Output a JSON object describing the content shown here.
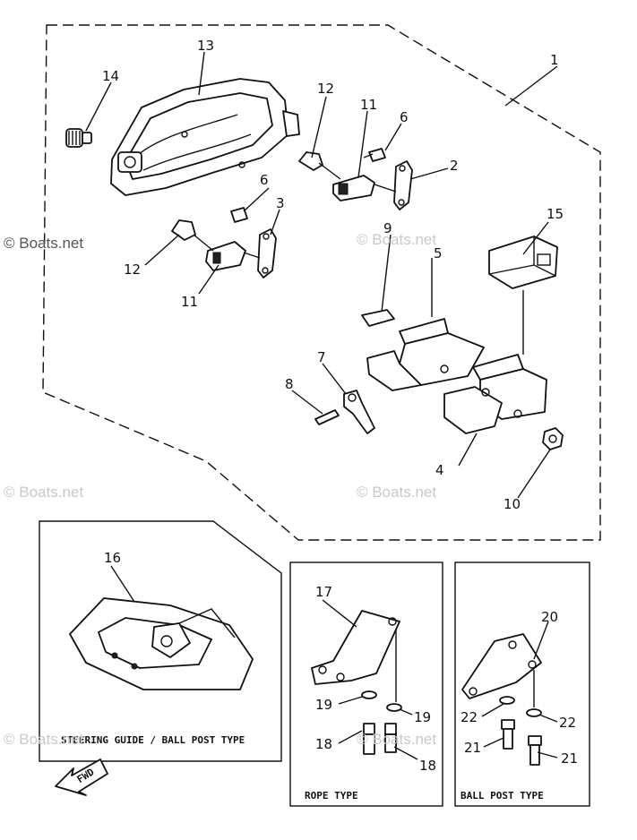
{
  "watermark": "© Boats.net",
  "callouts": {
    "p1": "1",
    "p2": "2",
    "p3": "3",
    "p4": "4",
    "p5": "5",
    "p6a": "6",
    "p6b": "6",
    "p7": "7",
    "p8": "8",
    "p9": "9",
    "p10": "10",
    "p11a": "11",
    "p11b": "11",
    "p12a": "12",
    "p12b": "12",
    "p13": "13",
    "p14": "14",
    "p15": "15",
    "p16": "16",
    "p17": "17",
    "p18a": "18",
    "p18b": "18",
    "p19a": "19",
    "p19b": "19",
    "p20": "20",
    "p21a": "21",
    "p21b": "21",
    "p22a": "22",
    "p22b": "22"
  },
  "captions": {
    "steering_guide": "STEERING GUIDE / BALL POST TYPE",
    "rope_type": "ROPE TYPE",
    "ball_post_type": "BALL POST TYPE",
    "fwd": "FWD"
  }
}
